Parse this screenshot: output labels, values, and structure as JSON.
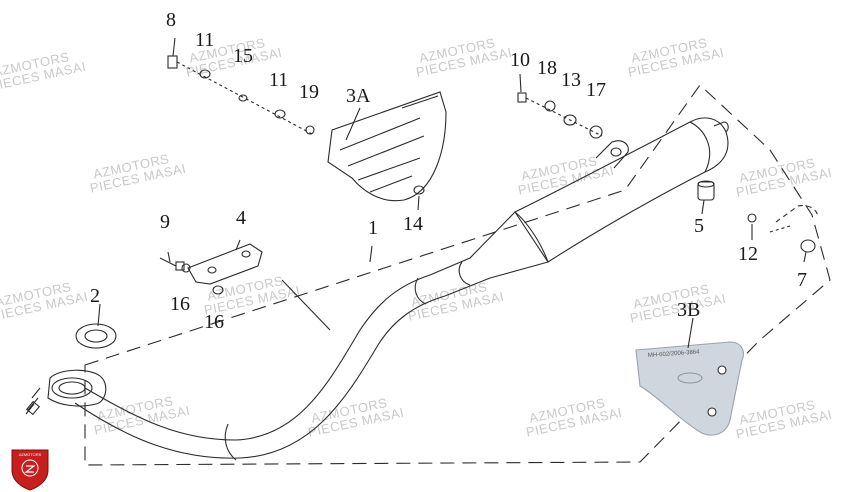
{
  "watermark": {
    "line1": "AZMOTORS",
    "line2": "PIECES MASAI"
  },
  "labels": {
    "p1": "1",
    "p2": "2",
    "p3A": "3A",
    "p3B": "3B",
    "p4": "4",
    "p5": "5",
    "p7": "7",
    "p8": "8",
    "p9": "9",
    "p10": "10",
    "p11a": "11",
    "p11b": "11",
    "p12": "12",
    "p13": "13",
    "p14": "14",
    "p15": "15",
    "p16a": "16",
    "p16b": "16",
    "p17": "17",
    "p18": "18",
    "p19": "19"
  },
  "plate_text": "MH-602/2006-3864",
  "logo_text": "AZMOTORS",
  "colors": {
    "line": "#2b2b2b",
    "watermark": "#c9c9c9",
    "plate": "#cfd6de",
    "logo": "#c81e1e"
  }
}
